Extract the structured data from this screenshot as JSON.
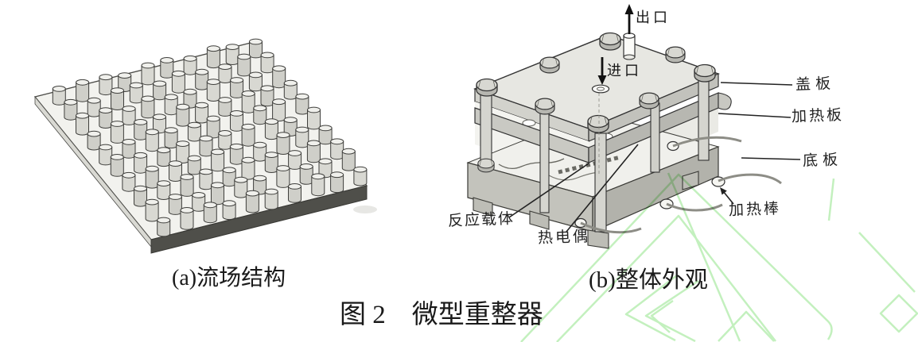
{
  "figure": {
    "caption": "图 2　微型重整器",
    "panels": {
      "a": {
        "caption": "(a)流场结构"
      },
      "b": {
        "caption": "(b)整体外观",
        "labels": {
          "outlet": "出口",
          "inlet": "进口",
          "cover_plate": "盖板",
          "heating_plate": "加热板",
          "bottom_plate": "底板",
          "heating_rod": "加热棒",
          "reaction_carrier": "反应载体",
          "thermocouple": "热电偶"
        }
      }
    },
    "colors": {
      "watermark_green": "#b9eeb3",
      "ink": "#2a2a2a",
      "paper": "#ffffff"
    }
  }
}
